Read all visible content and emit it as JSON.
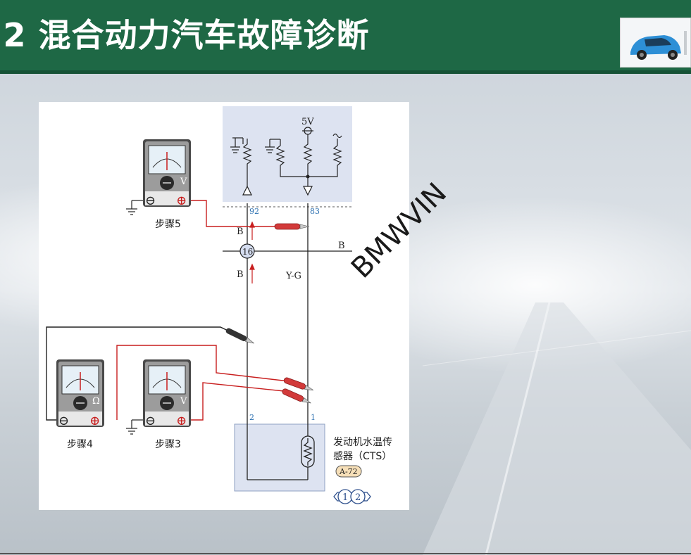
{
  "header": {
    "title": ".2 混合动力汽车故障诊断"
  },
  "watermark": "BMWVIN",
  "diagram": {
    "ecu": {
      "supply_label": "5V"
    },
    "pins": {
      "left": "92",
      "right": "83"
    },
    "junction": {
      "number": "16"
    },
    "wires": {
      "upper_left": "B",
      "right_branch": "B",
      "lower_left": "B",
      "signal": "Y-G"
    },
    "sensor": {
      "pin_a": "2",
      "pin_b": "1",
      "name_line1": "发动机水温传",
      "name_line2": "感器（CTS）",
      "connector_tag": "A-72",
      "connector_pin_1": "1",
      "connector_pin_2": "2"
    },
    "meters": [
      {
        "step": "步骤5",
        "unit": "V",
        "minus": "⊖",
        "plus": "⊕"
      },
      {
        "step": "步骤4",
        "unit": "Ω",
        "minus": "⊖",
        "plus": "⊕"
      },
      {
        "step": "步骤3",
        "unit": "V",
        "minus": "⊖",
        "plus": "⊕"
      }
    ]
  }
}
